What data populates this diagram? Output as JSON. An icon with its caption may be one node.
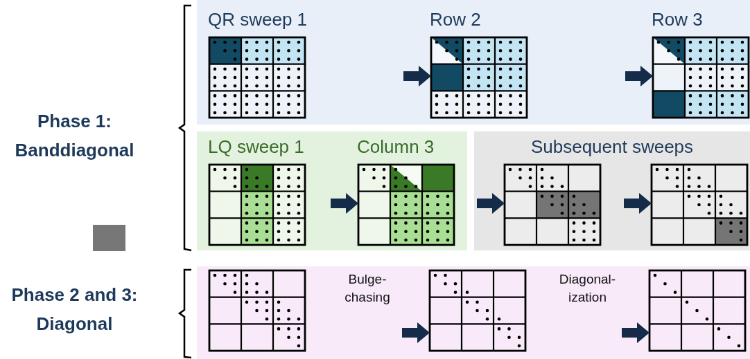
{
  "diagram": {
    "nodes": [
      {
        "text": [],
        "shape": "box"
      },
      {
        "text": [
          "QR sweep 1"
        ],
        "in": 0
      },
      {
        "text": [
          "Row 2"
        ],
        "in": 0
      },
      {
        "text": [
          "Row 3"
        ],
        "in": 0
      },
      {
        "text": [],
        "shape": "box"
      },
      {
        "text": [
          "LQ sweep 1"
        ],
        "in": 4
      },
      {
        "text": [
          "Column 3"
        ],
        "in": 4
      },
      {
        "text": [
          "Subsequent sweeps"
        ]
      },
      {
        "text": [],
        "shape": "box",
        "in": 7
      },
      {
        "text": [],
        "shape": "box",
        "in": 7
      },
      {
        "text": [],
        "shape": "box"
      },
      {
        "text": [],
        "shape": "box",
        "in": 10
      },
      {
        "text": [],
        "shape": "box",
        "in": 10
      },
      {
        "text": [],
        "shape": "box",
        "in": 10
      }
    ],
    "edges": [
      {
        "from": 1,
        "to": 2,
        "arrow": "to"
      },
      {
        "from": 2,
        "to": 3,
        "arrow": "to"
      },
      {
        "from": 5,
        "to": 6,
        "arrow": "to"
      },
      {
        "from": 6,
        "to": 8,
        "arrow": "to"
      },
      {
        "from": 8,
        "to": 9,
        "arrow": "to"
      },
      {
        "from": 11,
        "to": 12,
        "arrow": "to",
        "label": "Bulge-chasing"
      },
      {
        "from": 12,
        "to": 13,
        "arrow": "to",
        "label": "Diagonal-ization"
      }
    ],
    "labels": [
      "Phase 1: Banddiagonal",
      "Phase 2 and 3: Diagonal"
    ]
  }
}
